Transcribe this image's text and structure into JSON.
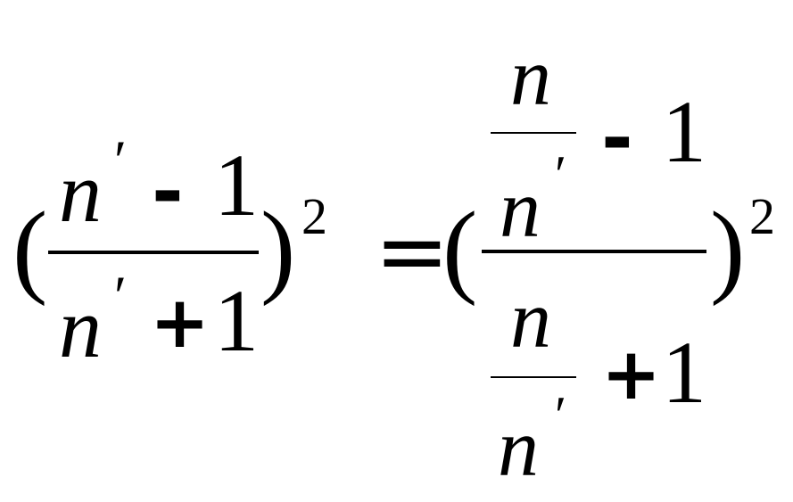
{
  "equation": {
    "lhs": {
      "open_paren": "(",
      "close_paren": ")",
      "exponent": "2",
      "numerator": {
        "var": "n",
        "prime": "′",
        "op": "-",
        "num": "1"
      },
      "denominator": {
        "var": "n",
        "prime": "′",
        "op": "+",
        "num": "1"
      }
    },
    "equals": "=",
    "rhs": {
      "open_paren": "(",
      "close_paren": ")",
      "exponent": "2",
      "numerator": {
        "frac_num": "n",
        "frac_den": "n",
        "frac_den_prime": "′",
        "op": "-",
        "num": "1"
      },
      "denominator": {
        "frac_num": "n",
        "frac_den": "n",
        "frac_den_prime": "′",
        "op": "+",
        "num": "1"
      }
    }
  }
}
